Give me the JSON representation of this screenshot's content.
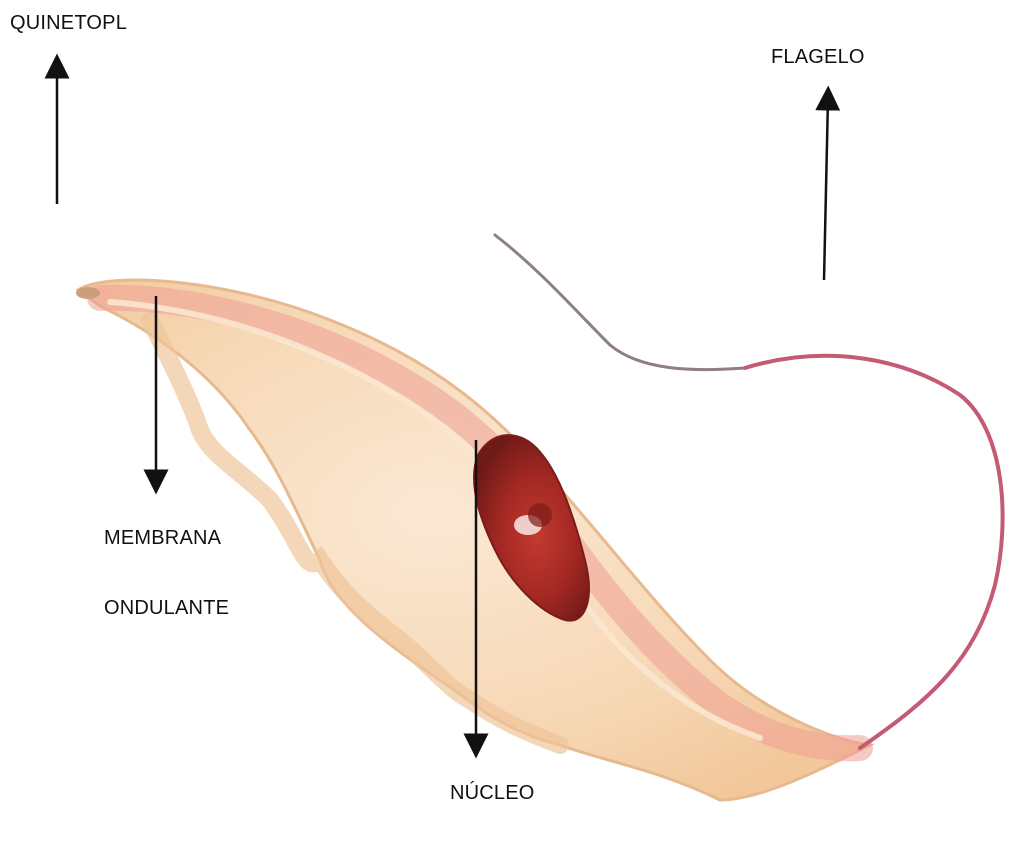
{
  "diagram": {
    "labels": {
      "quinetopl": "QUINETOPL",
      "flagelo": "FLAGELO",
      "membrana": "MEMBRANA",
      "ondulante": "ONDULANTE",
      "nucleo": "NÚCLEO"
    },
    "colors": {
      "body_fill": "#f6d9b8",
      "body_outline": "#e7b98f",
      "cytoplasm_stripe": "#ee9f93",
      "nucleus_outer": "#a82c26",
      "nucleus_inner": "#7c1b18",
      "flagellum_pink": "#c45a74",
      "flagellum_gray": "#8f7f82",
      "arrow": "#111111"
    }
  }
}
